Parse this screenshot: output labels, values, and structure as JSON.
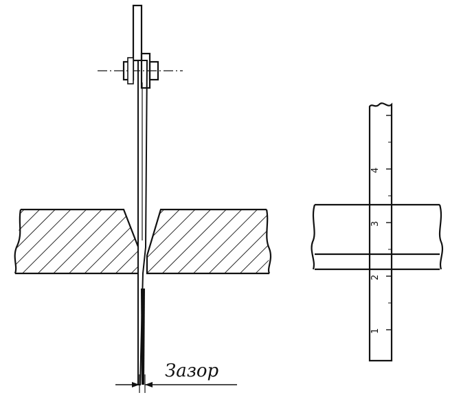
{
  "gap_label": "Зазор",
  "scale_labels": [
    "1",
    "2",
    "3",
    "4"
  ],
  "colors": {
    "ink": "#111111",
    "background": "#ffffff"
  }
}
